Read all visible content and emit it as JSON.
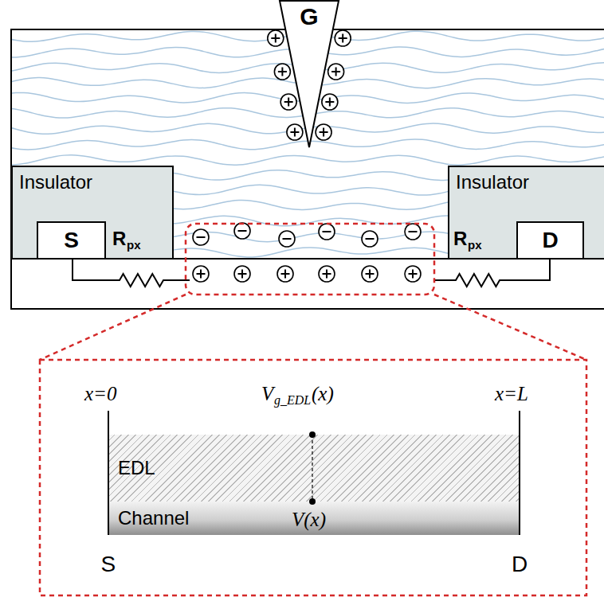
{
  "diagram": {
    "nodes": [
      {
        "text": [
          "G"
        ]
      },
      {
        "text": [
          "Insulator"
        ]
      },
      {
        "text": [
          "S"
        ],
        "in": 1
      },
      {
        "text": [
          "Insulator"
        ]
      },
      {
        "text": [
          "D"
        ],
        "in": 3
      },
      {
        "text": [
          "EDL"
        ]
      },
      {
        "text": [
          "Channel"
        ]
      }
    ],
    "labels": [
      "R",
      "px",
      "R",
      "px",
      "x=0",
      "V",
      "g_EDL",
      "(x)",
      "x=L",
      "V(x)",
      "S",
      "D"
    ]
  }
}
